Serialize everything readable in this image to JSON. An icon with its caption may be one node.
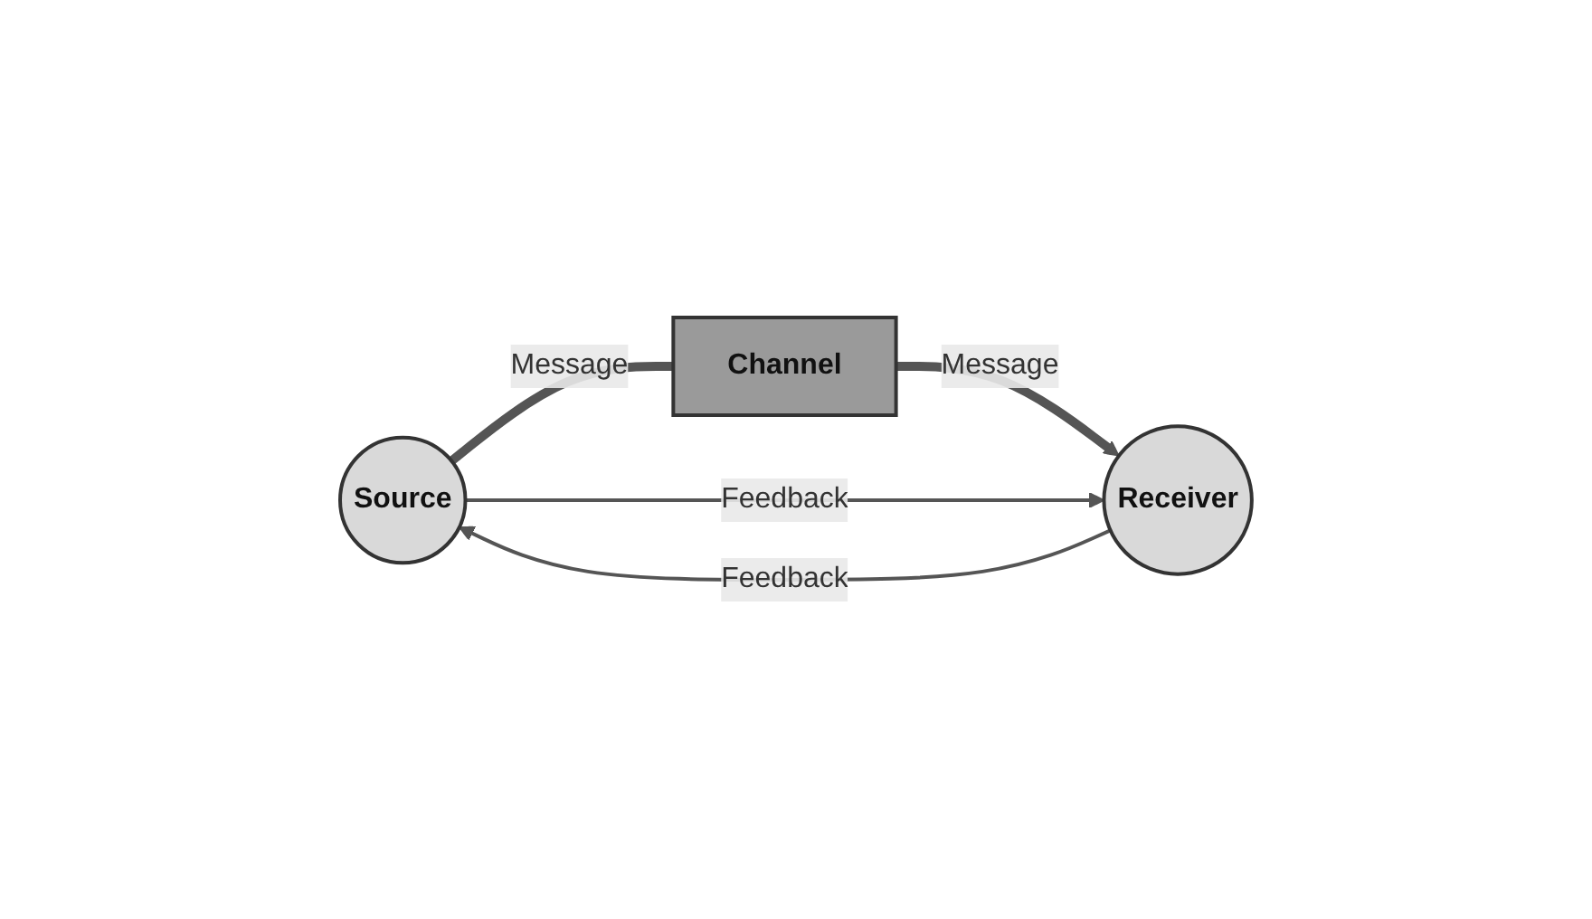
{
  "diagram": {
    "nodes": [
      {
        "text": [
          "Source"
        ]
      },
      {
        "text": [
          "Channel"
        ]
      },
      {
        "text": [
          "Receiver"
        ]
      }
    ],
    "edges": [
      {
        "from": 0,
        "to": 1,
        "arrow": "none",
        "label": "Message",
        "style": "thick"
      },
      {
        "from": 1,
        "to": 2,
        "arrow": "to",
        "label": "Message",
        "style": "thick"
      },
      {
        "from": 2,
        "to": 0,
        "arrow": "to",
        "label": "Feedback"
      },
      {
        "from": 0,
        "to": 2,
        "arrow": "to",
        "label": "Feedback"
      }
    ]
  }
}
